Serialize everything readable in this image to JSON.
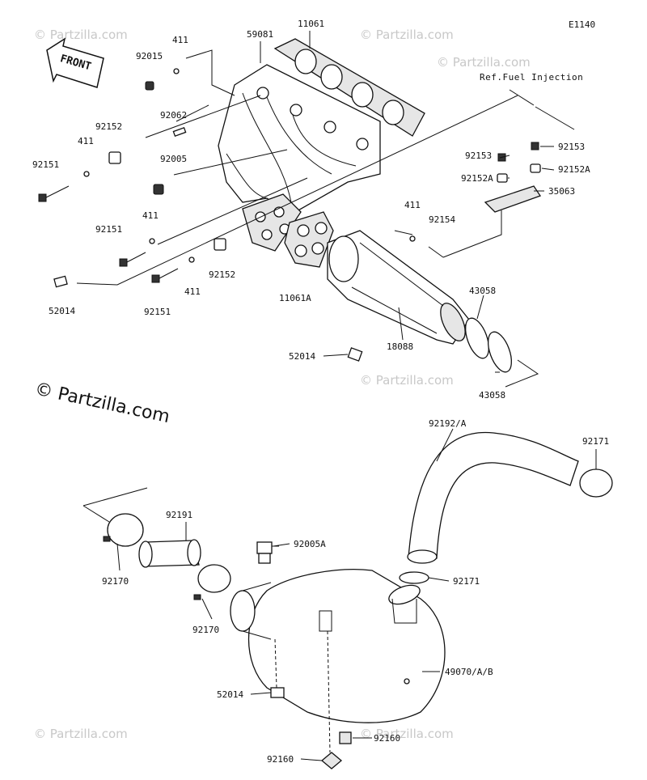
{
  "diagram_code": "E1140",
  "front_arrow_label": "FRONT",
  "ref_note": "Ref.Fuel Injection",
  "copyright": "© Partzilla.com",
  "watermark": "© Partzilla.com",
  "labels": {
    "p11061": "11061",
    "p59081": "59081",
    "p411_a": "411",
    "p92015": "92015",
    "p92062": "92062",
    "p92152_a": "92152",
    "p411_b": "411",
    "p92005": "92005",
    "p92151_a": "92151",
    "p411_c": "411",
    "p92151_b": "92151",
    "p52014_a": "52014",
    "p92151_c": "92151",
    "p411_d": "411",
    "p92152_b": "92152",
    "p11061A": "11061A",
    "p411_e": "411",
    "p92154": "92154",
    "p92153_a": "92153",
    "p92153_b": "92153",
    "p92152A_a": "92152A",
    "p92152A_b": "92152A",
    "p35063": "35063",
    "p43058_a": "43058",
    "p43058_b": "43058",
    "p18088": "18088",
    "p52014_b": "52014",
    "p92192A": "92192/A",
    "p92171_a": "92171",
    "p92171_b": "92171",
    "p92191": "92191",
    "p92170_a": "92170",
    "p92170_b": "92170",
    "p92005A": "92005A",
    "p49070": "49070/A/B",
    "p52014_c": "52014",
    "p92160_a": "92160",
    "p92160_b": "92160"
  }
}
